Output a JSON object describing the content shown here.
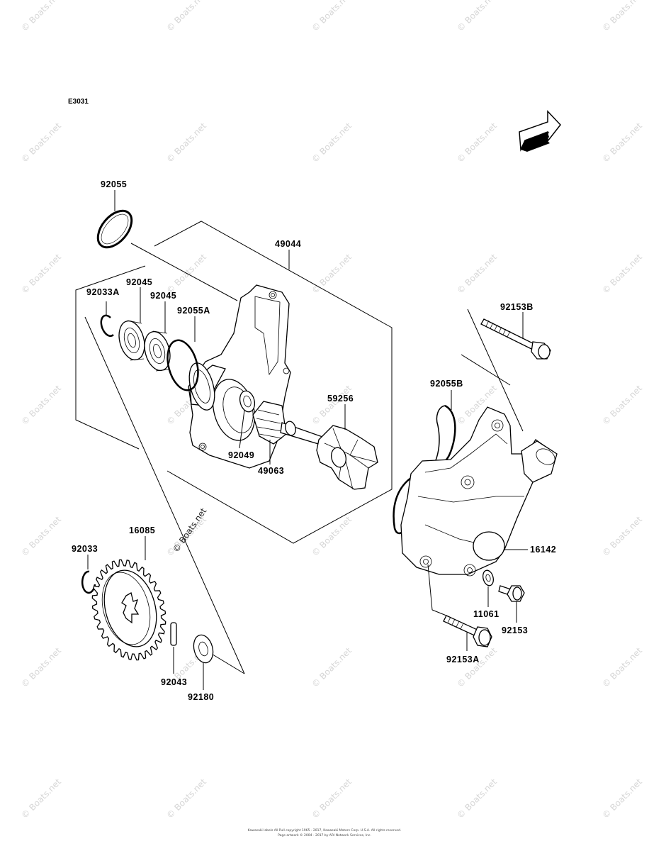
{
  "diagram_code": "E3031",
  "front_label": "FRONT",
  "watermark_text": "© Boats.net",
  "inline_watermark": "© Boats.net",
  "parts": {
    "p92055": "92055",
    "p49044": "49044",
    "p92033A": "92033A",
    "p92045a": "92045",
    "p92045b": "92045",
    "p92055A": "92055A",
    "p59256": "59256",
    "p92049": "92049",
    "p49063": "49063",
    "p92153B": "92153B",
    "p92055B": "92055B",
    "p16085": "16085",
    "p92033": "92033",
    "p16142": "16142",
    "p11061": "11061",
    "p92153": "92153",
    "p92153A": "92153A",
    "p92043": "92043",
    "p92180": "92180"
  },
  "footer": {
    "line1": "Kawasaki labels All Pull copyright 1965 - 2017, Kawasaki Motors Corp. U.S.A. All rights reserved.",
    "line2": "Page artwork © 2004 - 2017 by ARI Network Services, Inc."
  }
}
